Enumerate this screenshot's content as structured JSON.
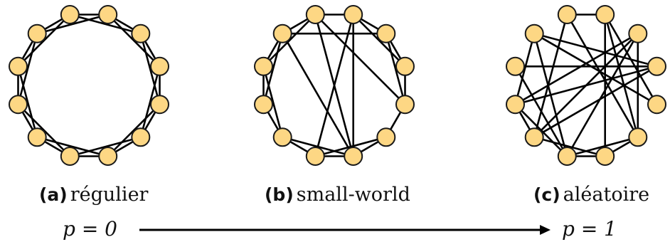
{
  "colors": {
    "node_fill": "#fdd784",
    "node_stroke": "#1a1a1a",
    "edge": "#000000",
    "text": "#111111"
  },
  "graphs": [
    {
      "id": "a",
      "caption_letter": "(a)",
      "caption_text": "régulier",
      "node_count": 12,
      "edges": [
        [
          0,
          1
        ],
        [
          1,
          2
        ],
        [
          2,
          3
        ],
        [
          3,
          4
        ],
        [
          4,
          5
        ],
        [
          5,
          6
        ],
        [
          6,
          7
        ],
        [
          7,
          8
        ],
        [
          8,
          9
        ],
        [
          9,
          10
        ],
        [
          10,
          11
        ],
        [
          11,
          0
        ],
        [
          0,
          2
        ],
        [
          1,
          3
        ],
        [
          2,
          4
        ],
        [
          3,
          5
        ],
        [
          4,
          6
        ],
        [
          5,
          7
        ],
        [
          6,
          8
        ],
        [
          7,
          9
        ],
        [
          8,
          10
        ],
        [
          9,
          11
        ],
        [
          10,
          0
        ],
        [
          11,
          1
        ]
      ]
    },
    {
      "id": "b",
      "caption_letter": "(b)",
      "caption_text": "small-world",
      "node_count": 12,
      "edges": [
        [
          0,
          1
        ],
        [
          1,
          2
        ],
        [
          2,
          3
        ],
        [
          3,
          4
        ],
        [
          4,
          5
        ],
        [
          5,
          6
        ],
        [
          6,
          7
        ],
        [
          7,
          8
        ],
        [
          8,
          9
        ],
        [
          9,
          10
        ],
        [
          10,
          11
        ],
        [
          11,
          0
        ],
        [
          1,
          3
        ],
        [
          2,
          4
        ],
        [
          5,
          7
        ],
        [
          8,
          10
        ],
        [
          9,
          11
        ],
        [
          10,
          0
        ],
        [
          0,
          4
        ],
        [
          1,
          7
        ],
        [
          1,
          6
        ],
        [
          0,
          6
        ],
        [
          11,
          2
        ],
        [
          11,
          6
        ],
        [
          8,
          6
        ]
      ]
    },
    {
      "id": "c",
      "caption_letter": "(c)",
      "caption_text": "aléatoire",
      "node_count": 12,
      "edges": [
        [
          0,
          1
        ],
        [
          11,
          9
        ],
        [
          11,
          4
        ],
        [
          11,
          7
        ],
        [
          1,
          6
        ],
        [
          0,
          8
        ],
        [
          11,
          3
        ],
        [
          10,
          3
        ],
        [
          1,
          5
        ],
        [
          2,
          9
        ],
        [
          2,
          8
        ],
        [
          2,
          5
        ],
        [
          2,
          7
        ],
        [
          3,
          9
        ],
        [
          3,
          8
        ],
        [
          5,
          6
        ],
        [
          5,
          7
        ],
        [
          6,
          7
        ],
        [
          6,
          8
        ],
        [
          7,
          9
        ],
        [
          8,
          9
        ],
        [
          0,
          5
        ],
        [
          1,
          4
        ],
        [
          10,
          7
        ]
      ]
    }
  ],
  "parameter": {
    "left_label": "p = 0",
    "right_label": "p = 1"
  }
}
